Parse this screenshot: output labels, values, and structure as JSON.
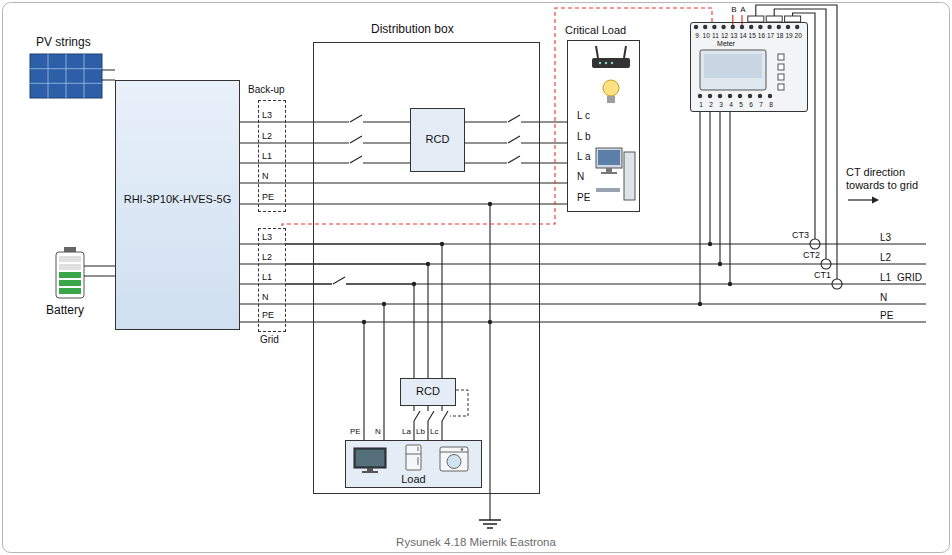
{
  "diagram": {
    "caption": "Rysunek 4.18 Miernik Eastrona",
    "nodes": [
      {
        "text": [
          "RHI-3P10K-HVES-5G"
        ]
      },
      {
        "text": [
          "Back-up",
          "L3",
          "L2",
          "L1",
          "N",
          "PE"
        ]
      },
      {
        "text": [
          "L3",
          "L2",
          "L1",
          "N",
          "PE",
          "Grid"
        ]
      },
      {
        "text": [
          "Distribution box"
        ]
      },
      {
        "text": [
          "RCD"
        ],
        "in": 3
      },
      {
        "text": [
          "RCD"
        ],
        "in": 3
      },
      {
        "text": [
          "PE",
          "N",
          "La",
          "Lb",
          "Lc",
          "Load"
        ],
        "in": 3
      },
      {
        "text": [
          "Critical Load",
          "L c",
          "L b",
          "L a",
          "N",
          "PE"
        ]
      },
      {
        "text": [
          "B",
          "A",
          "9",
          "10",
          "11",
          "12",
          "13",
          "14",
          "15",
          "16",
          "17",
          "18",
          "19",
          "20",
          "Meter",
          "1",
          "2",
          "3",
          "4",
          "5",
          "6",
          "7",
          "8"
        ]
      }
    ],
    "edges": [
      {
        "from": 0,
        "to": 1,
        "arrow": "none"
      },
      {
        "from": 0,
        "to": 2,
        "arrow": "none"
      },
      {
        "from": 1,
        "to": 4,
        "arrow": "none"
      },
      {
        "from": 4,
        "to": 7,
        "arrow": "none"
      },
      {
        "from": 2,
        "to": 5,
        "arrow": "none"
      },
      {
        "from": 5,
        "to": 6,
        "arrow": "none"
      },
      {
        "from": 8,
        "to": 2,
        "arrow": "none"
      }
    ],
    "labels": [
      "PV strings",
      "Battery",
      "CT3",
      "CT2",
      "CT1",
      "CT direction towards to grid",
      "L3",
      "L2",
      "L1",
      "GRID",
      "N",
      "PE"
    ]
  }
}
